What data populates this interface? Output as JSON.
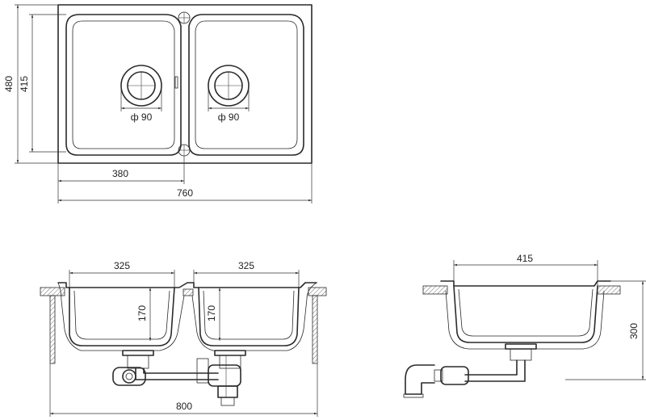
{
  "top_view": {
    "height_outer": "480",
    "height_inner": "415",
    "drain_left": "ф 90",
    "drain_right": "ф 90",
    "half_width": "380",
    "total_width": "760"
  },
  "front_view": {
    "bowl_left_width": "325",
    "bowl_right_width": "325",
    "depth_left": "170",
    "depth_right": "170",
    "cabinet_width": "800"
  },
  "side_view": {
    "bowl_length": "415",
    "cabinet_depth": "300"
  }
}
